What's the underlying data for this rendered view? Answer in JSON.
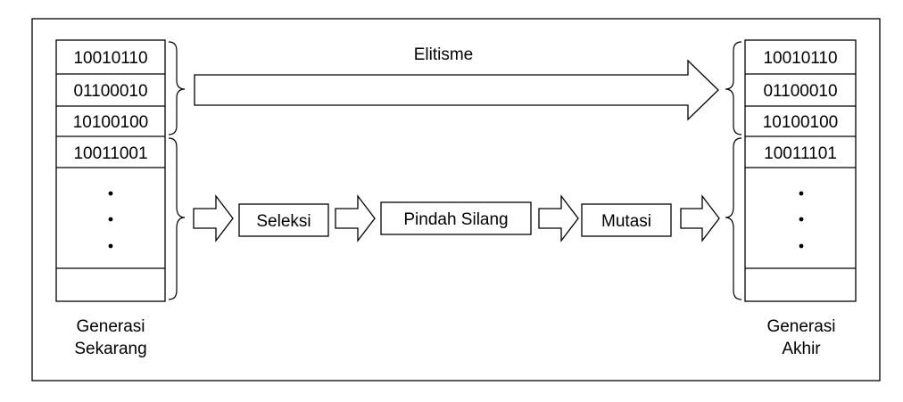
{
  "left_population": {
    "chromosomes": [
      "10010110",
      "01100010",
      "10100100",
      "10011001"
    ],
    "caption": [
      "Generasi",
      "Sekarang"
    ]
  },
  "right_population": {
    "chromosomes": [
      "10010110",
      "01100010",
      "10100100",
      "10011101"
    ],
    "caption": [
      "Generasi",
      "Akhir"
    ]
  },
  "elitism": {
    "label": "Elitisme"
  },
  "process_steps": [
    "Seleksi",
    "Pindah Silang",
    "Mutasi"
  ]
}
